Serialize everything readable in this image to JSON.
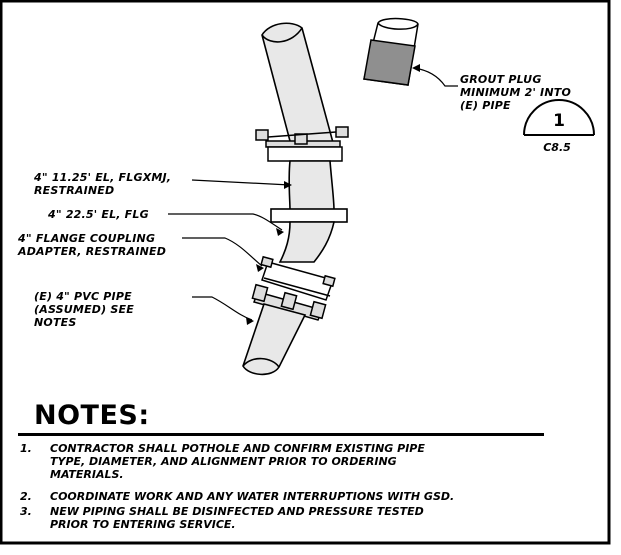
{
  "callouts": {
    "grout_plug": [
      "GROUT PLUG",
      "MINIMUM 2' INTO",
      "(E) PIPE"
    ],
    "elbow_1125": [
      "4\" 11.25' EL, FLGxMJ,",
      "RESTRAINED"
    ],
    "elbow_225": "4\" 22.5' EL, FLG",
    "flange_coupling": [
      "4\" FLANGE COUPLING",
      "ADAPTER, RESTRAINED"
    ],
    "pvc_pipe": [
      "(E) 4\" PVC PIPE",
      "(ASSUMED) SEE",
      "NOTES"
    ]
  },
  "detail_ref": {
    "number": "1",
    "sheet": "C8.5"
  },
  "notes": {
    "title": "NOTES:",
    "items": [
      {
        "num": "1.",
        "lines": [
          "CONTRACTOR SHALL POTHOLE AND CONFIRM EXISTING PIPE",
          "TYPE, DIAMETER, AND ALIGNMENT PRIOR TO ORDERING",
          "MATERIALS."
        ]
      },
      {
        "num": "2.",
        "lines": [
          "COORDINATE WORK AND ANY WATER INTERRUPTIONS WITH GSD."
        ]
      },
      {
        "num": "3.",
        "lines": [
          "NEW PIPING SHALL BE DISINFECTED AND PRESSURE TESTED",
          "PRIOR TO ENTERING SERVICE."
        ]
      }
    ]
  },
  "colors": {
    "grout": "#8f8f8f",
    "pipe": "#e8e8e8",
    "line": "#000000"
  }
}
